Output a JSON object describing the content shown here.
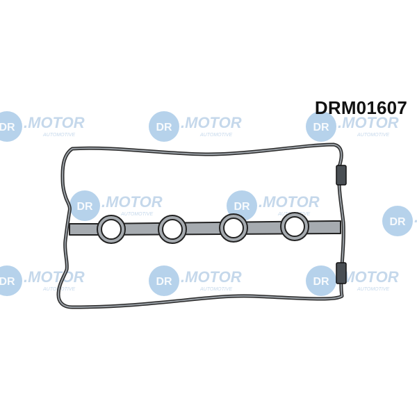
{
  "product": {
    "part_number": "DRM01607",
    "subject": "valve cover gasket"
  },
  "watermark": {
    "brand": "DR.MOTOR",
    "sub": "AUTOMOTIVE",
    "circle_color": "#9ec3e4",
    "text_color": "#bcd2e8"
  },
  "colors": {
    "background": "#ffffff",
    "gasket_gray": "#a6abb0",
    "gasket_edge": "#222222"
  }
}
